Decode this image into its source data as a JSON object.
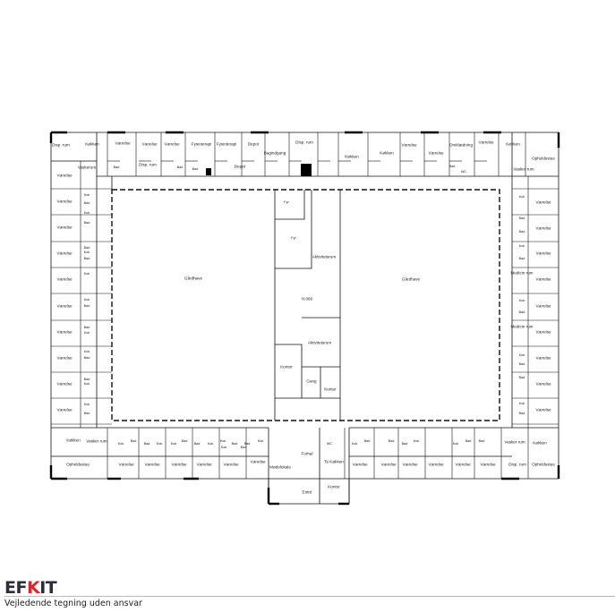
{
  "plan": {
    "top_row": [
      "Disp. rum",
      "Køkken",
      "Værelse",
      "Værelse",
      "Værelse",
      "Fysioterapi",
      "Fysioterapi",
      "Depot",
      "Bagindgang",
      "Disp. rum",
      "Disp. rum",
      "Bad",
      "Bad",
      "Bad",
      "Depot",
      "Vaskerum",
      "Køkken",
      "Køkken",
      "Værelse",
      "Værelse",
      "Omklædning",
      "Værelse",
      "Køkken",
      "Opholdsstue",
      "Bad",
      "WC",
      "Vasker rum"
    ],
    "left_wing": [
      "Værelse",
      "Værelse",
      "Værelse",
      "Værelse",
      "Værelse",
      "Værelse",
      "Værelse",
      "Værelse",
      "Værelse",
      "Værelse",
      "Kok",
      "Bad",
      "Kok",
      "Bad",
      "Bad",
      "Kok",
      "Bad",
      "Kok",
      "Kok",
      "Bad",
      "Bad",
      "Kok",
      "Kok",
      "Bad",
      "Bad",
      "Kok",
      "Kok",
      "Bad"
    ],
    "right_wing": [
      "Værelse",
      "Værelse",
      "Værelse",
      "Værelse",
      "Værelse",
      "Værelse",
      "Værelse",
      "Værelse",
      "Værelse",
      "Kok",
      "Bad",
      "Bad",
      "Kok",
      "Bad",
      "Medicin rum",
      "Kok",
      "Bad",
      "Medicin rum",
      "Kok",
      "Bad",
      "Bad",
      "Kok",
      "Bad"
    ],
    "bottom_row": [
      "Køkken",
      "Vasker rum",
      "Opholdsstue",
      "Værelse",
      "Værelse",
      "Værelse",
      "Værelse",
      "Værelse",
      "Værelse",
      "Mødelokale",
      "Forhal",
      "Entré",
      "WC",
      "Te Køkken",
      "Kontor",
      "Værelse",
      "Værelse",
      "Værelse",
      "Værelse",
      "Værelse",
      "Værelse",
      "Disp. rum",
      "Opholdsstue",
      "Vasker rum",
      "Køkken",
      "Kok",
      "Bad",
      "Bad",
      "Kok",
      "Kok",
      "Bad",
      "Bad",
      "Kok",
      "Kok",
      "Bad",
      "Bad",
      "Kok",
      "Kok",
      "Bad",
      "Bad",
      "Kok",
      "Bad",
      "Kok",
      "Bad",
      "Kok",
      "Bad",
      "Bad"
    ],
    "center": [
      "Fyr",
      "Fyr",
      "Aktivitetsrum",
      "H.080",
      "Aktivitetsrum",
      "Kontor",
      "Gang",
      "Kontor"
    ],
    "courtyards": [
      "Gårdhave",
      "Gårdhave"
    ]
  },
  "logo": {
    "text_left": "EF",
    "text_mark": "K",
    "text_right": "IT"
  },
  "disclaimer": "Vejledende tegning uden ansvar"
}
